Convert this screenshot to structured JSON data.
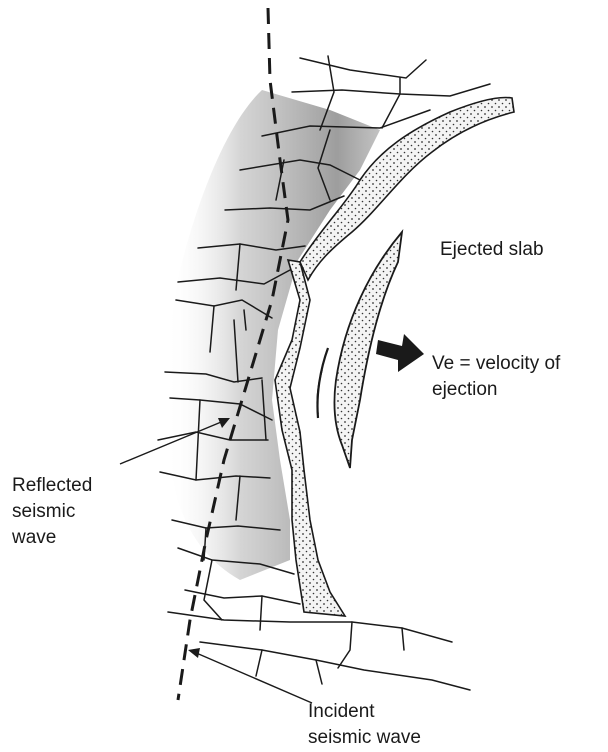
{
  "labels": {
    "ejected_slab": "Ejected slab",
    "velocity_line1": "Ve = velocity of",
    "velocity_line2": "ejection",
    "reflected_line1": "Reflected",
    "reflected_line2": "seismic",
    "reflected_line3": "wave",
    "incident_line1": "Incident",
    "incident_line2": "seismic wave"
  },
  "colors": {
    "ink": "#1a1a1a",
    "shade": "#7a7a7a",
    "slab_fill": "#f2f2f2"
  }
}
